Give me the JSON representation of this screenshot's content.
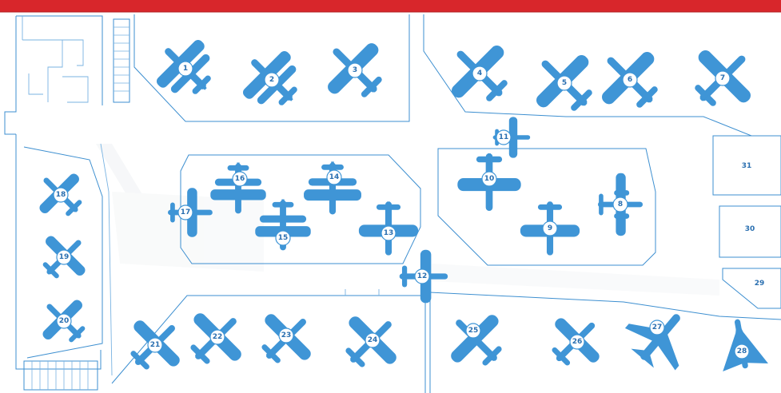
{
  "colors": {
    "banner": "#d8262b",
    "plane": "#3f95d6",
    "walls": "#3d8fd0",
    "paper": "#ffffff"
  },
  "exhibits": [
    {
      "number": "1",
      "orientation": "nw-se",
      "shape": "biplane"
    },
    {
      "number": "2",
      "orientation": "nw-se",
      "shape": "biplane"
    },
    {
      "number": "3",
      "orientation": "nw-se",
      "shape": "monoplane"
    },
    {
      "number": "4",
      "orientation": "nw-se",
      "shape": "monoplane"
    },
    {
      "number": "5",
      "orientation": "nw-se",
      "shape": "monoplane"
    },
    {
      "number": "6",
      "orientation": "nw-se",
      "shape": "monoplane"
    },
    {
      "number": "7",
      "orientation": "ne-sw",
      "shape": "monoplane"
    },
    {
      "number": "8",
      "orientation": "east",
      "shape": "twin-engine"
    },
    {
      "number": "9",
      "orientation": "south",
      "shape": "monoplane"
    },
    {
      "number": "10",
      "orientation": "south",
      "shape": "monoplane"
    },
    {
      "number": "11",
      "orientation": "east",
      "shape": "monoplane"
    },
    {
      "number": "12",
      "orientation": "east",
      "shape": "monoplane"
    },
    {
      "number": "13",
      "orientation": "south",
      "shape": "monoplane"
    },
    {
      "number": "14",
      "orientation": "south",
      "shape": "biplane"
    },
    {
      "number": "15",
      "orientation": "south",
      "shape": "biplane"
    },
    {
      "number": "16",
      "orientation": "south",
      "shape": "biplane"
    },
    {
      "number": "17",
      "orientation": "east",
      "shape": "monoplane"
    },
    {
      "number": "18",
      "orientation": "nw-se",
      "shape": "monoplane"
    },
    {
      "number": "19",
      "orientation": "ne-sw",
      "shape": "monoplane"
    },
    {
      "number": "20",
      "orientation": "nw-se",
      "shape": "monoplane"
    },
    {
      "number": "21",
      "orientation": "ne-sw",
      "shape": "monoplane"
    },
    {
      "number": "22",
      "orientation": "ne-sw",
      "shape": "monoplane"
    },
    {
      "number": "23",
      "orientation": "ne-sw",
      "shape": "monoplane"
    },
    {
      "number": "24",
      "orientation": "ne-sw",
      "shape": "monoplane"
    },
    {
      "number": "25",
      "orientation": "nw-se",
      "shape": "monoplane"
    },
    {
      "number": "26",
      "orientation": "ne-sw",
      "shape": "monoplane"
    },
    {
      "number": "27",
      "orientation": "ne-sw",
      "shape": "jet"
    },
    {
      "number": "28",
      "orientation": "south",
      "shape": "delta"
    }
  ],
  "rooms": [
    {
      "label": "31"
    },
    {
      "label": "30"
    },
    {
      "label": "29"
    }
  ]
}
